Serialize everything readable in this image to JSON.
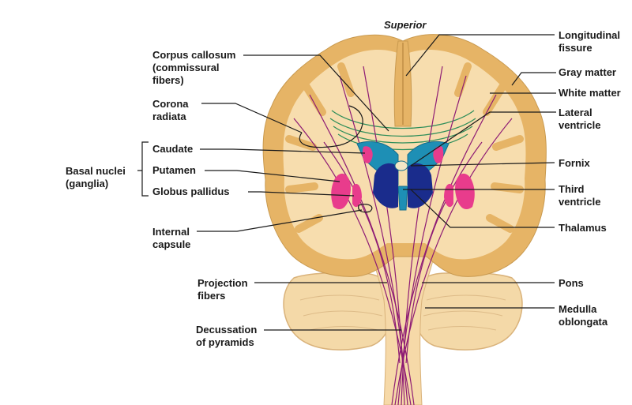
{
  "orientation_label": "Superior",
  "labels": {
    "corpus_callosum": "Corpus callosum\n(commissural\nfibers)",
    "corona_radiata": "Corona\nradiata",
    "caudate": "Caudate",
    "basal_nuclei": "Basal nuclei\n(ganglia)",
    "putamen": "Putamen",
    "globus_pallidus": "Globus pallidus",
    "internal_capsule": "Internal\ncapsule",
    "projection_fibers": "Projection\nfibers",
    "decussation": "Decussation\nof pyramids",
    "longitudinal_fissure": "Longitudinal\nfissure",
    "gray_matter": "Gray matter",
    "white_matter": "White matter",
    "lateral_ventricle": "Lateral\nventricle",
    "fornix": "Fornix",
    "third_ventricle": "Third\nventricle",
    "thalamus": "Thalamus",
    "pons": "Pons",
    "medulla_oblongata": "Medulla\noblongata"
  },
  "colors": {
    "gray_matter": "#E6B466",
    "white_matter": "#F7DDAE",
    "cerebellum": "#F4D9A8",
    "brainstem": "#F6D9A8",
    "fibers": "#8E1B74",
    "commissural_fibers": "#2F8E5A",
    "ventricle": "#1E8FB5",
    "thalamus": "#1A2C8C",
    "basal_nuclei": "#E83C8C"
  }
}
